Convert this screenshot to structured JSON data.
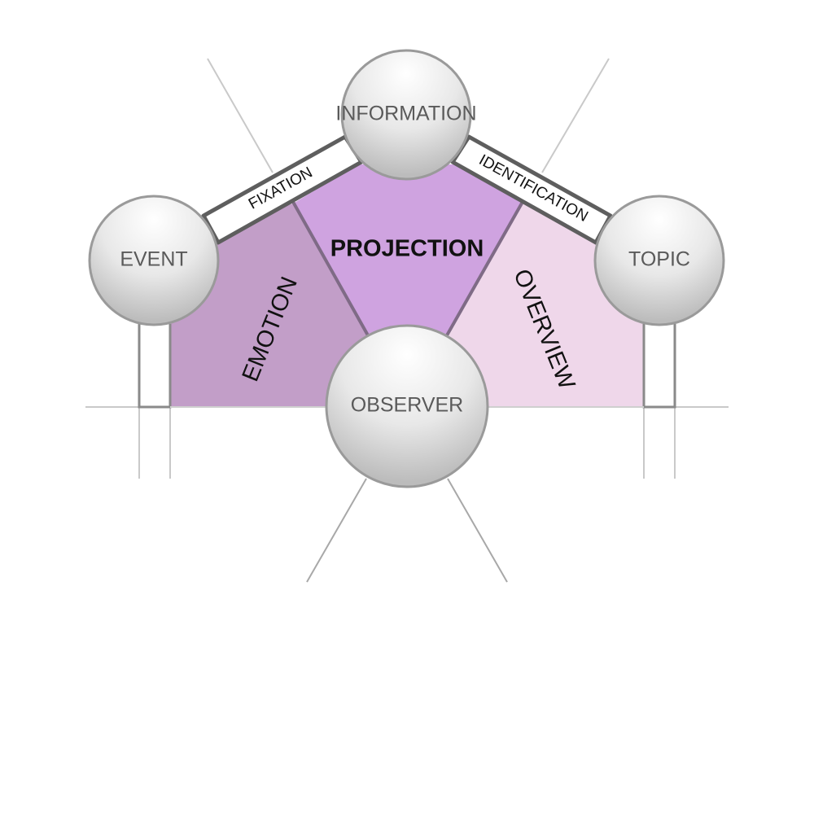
{
  "nodes": {
    "information": "INFORMATION",
    "event": "EVENT",
    "topic": "TOPIC",
    "observer": "OBSERVER"
  },
  "regions": {
    "projection": "PROJECTION",
    "emotion": "EMOTION",
    "overview": "OVERVIEW"
  },
  "connectors": {
    "fixation": "FIXATION",
    "identification": "IDENTIFICATION"
  },
  "colors": {
    "projection": "#cfa3e0",
    "emotion": "#c29ec8",
    "overview": "#efd7ea",
    "node_fill": "#e6e6e6",
    "node_stroke": "#9a9a9a",
    "line": "#8a8a8a"
  }
}
